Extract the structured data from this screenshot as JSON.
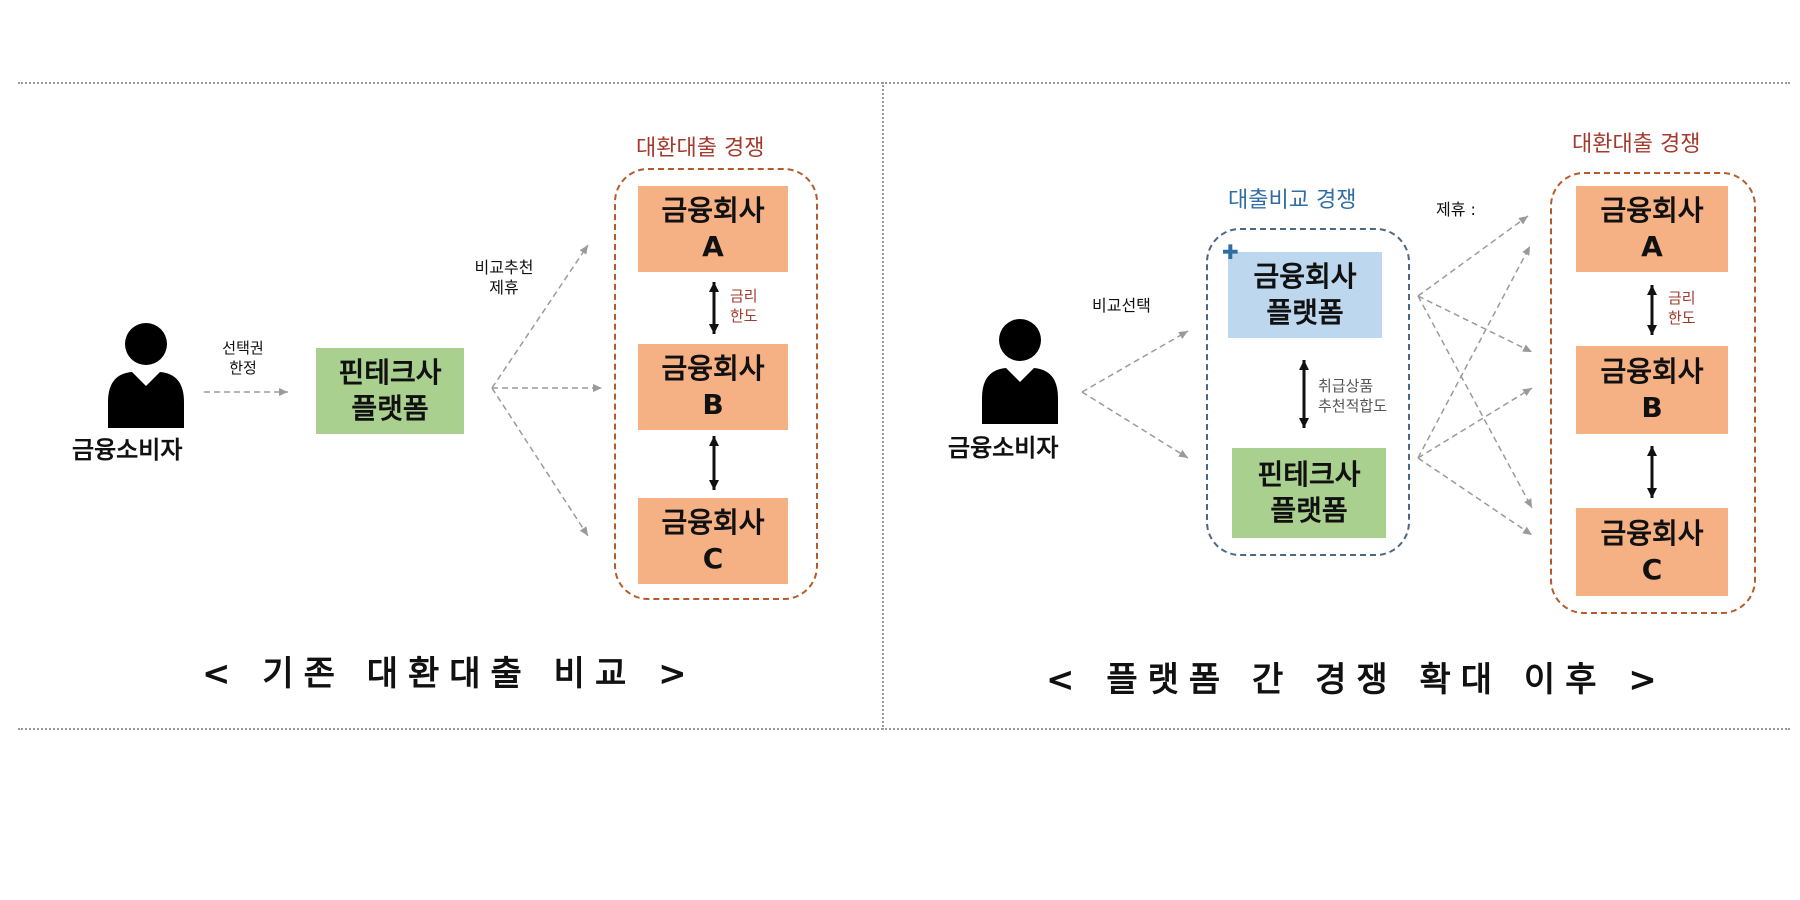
{
  "left": {
    "consumer_label": "금융소비자",
    "consumer_arrow_label": "선택권\n한정",
    "fintech": {
      "line1": "핀테크사",
      "line2": "플랫폼"
    },
    "platform_arrow_label": "비교추천\n제휴",
    "competition_label": "대환대출 경쟁",
    "companies": [
      {
        "line1": "금융회사",
        "line2": "A"
      },
      {
        "line1": "금융회사",
        "line2": "B"
      },
      {
        "line1": "금융회사",
        "line2": "C"
      }
    ],
    "rate_label": "금리\n한도",
    "caption": "< 기존 대환대출 비교 >"
  },
  "right": {
    "consumer_label": "금융소비자",
    "consumer_arrow_label": "비교선택",
    "comparison_label": "대출비교 경쟁",
    "plus_symbol": "✚",
    "fin_platform": {
      "line1": "금융회사",
      "line2": "플랫폼"
    },
    "fintech": {
      "line1": "핀테크사",
      "line2": "플랫폼"
    },
    "mid_arrow_label": "취급상품\n추천적합도",
    "partnership_label": "제휴 :",
    "competition_label": "대환대출 경쟁",
    "companies": [
      {
        "line1": "금융회사",
        "line2": "A"
      },
      {
        "line1": "금융회사",
        "line2": "B"
      },
      {
        "line1": "금융회사",
        "line2": "C"
      }
    ],
    "rate_label": "금리\n한도",
    "caption": "< 플랫폼 간 경쟁 확대 이후 >"
  },
  "colors": {
    "company_box": "#f5b184",
    "fintech_box": "#a9d08e",
    "platform_box": "#bdd7ee",
    "competition_label": "#a33a2c",
    "comparison_label": "#2f6da3",
    "plus_symbol": "#2f6da3"
  }
}
